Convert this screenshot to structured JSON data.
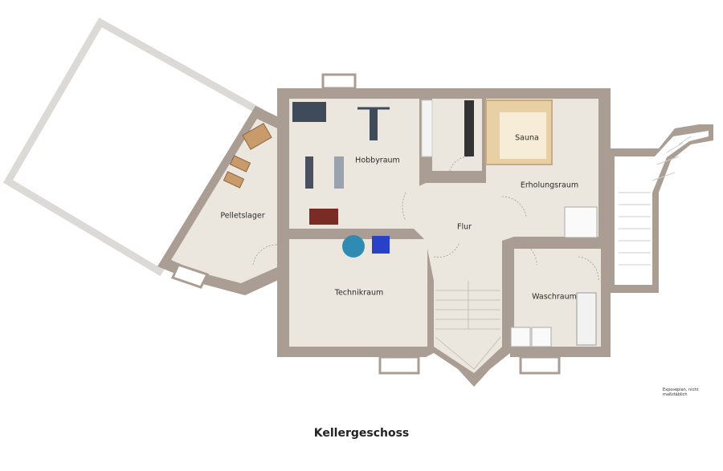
{
  "plan": {
    "title": "Kellergeschoss",
    "note": "Exposéplan, nicht maßstäblich",
    "rooms": {
      "pelletslager": "Pelletslager",
      "hobbyraum": "Hobbyraum",
      "sauna": "Sauna",
      "erholungsraum": "Erholungsraum",
      "flur": "Flur",
      "technikraum": "Technikraum",
      "waschraum": "Waschraum"
    }
  },
  "colors": {
    "wall": "#a99d94",
    "floor": "#ebe7de",
    "sauna": "#e9cfa4"
  }
}
